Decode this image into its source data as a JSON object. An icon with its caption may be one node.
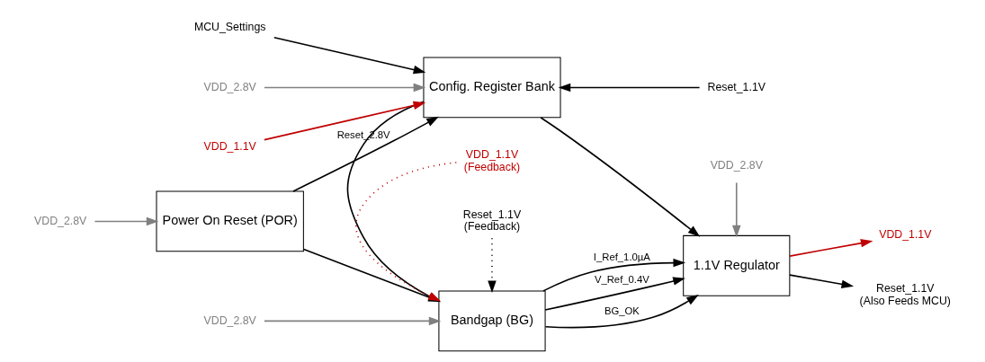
{
  "diagram": {
    "nodes": [
      {
        "text": [
          "Power On Reset (POR)"
        ]
      },
      {
        "text": [
          "Bandgap (BG)"
        ]
      },
      {
        "text": [
          "1.1V Regulator"
        ]
      },
      {
        "text": [
          "Config. Register Bank"
        ]
      },
      {
        "text": [
          "VDD_2.8V"
        ]
      },
      {
        "text": [
          "VDD_1.1V",
          "(Feedback)"
        ]
      },
      {
        "text": [
          "Reset_1.1V",
          "(Feedback)"
        ]
      },
      {
        "text": [
          "VDD_2.8V"
        ]
      },
      {
        "text": [
          "VDD_2.8V"
        ]
      },
      {
        "text": [
          "VDD_1.1V"
        ]
      },
      {
        "text": [
          "Reset_1.1V",
          "(Also Feeds MCU)"
        ]
      },
      {
        "text": [
          "VDD_2.8V"
        ]
      },
      {
        "text": [
          "VDD_1.1V"
        ]
      },
      {
        "text": [
          "MCU_Settings"
        ]
      },
      {
        "text": [
          "Reset_1.1V"
        ]
      }
    ],
    "edges": [
      {
        "from": 4,
        "to": 0,
        "arrow": "to",
        "color": "#808080"
      },
      {
        "from": 0,
        "to": 1,
        "arrow": "to"
      },
      {
        "from": 0,
        "to": 3,
        "label": "Reset_2.8V",
        "arrow": "to"
      },
      {
        "from": 5,
        "to": 1,
        "arrow": "to",
        "style": "dashed",
        "color": "#c00000"
      },
      {
        "from": 6,
        "to": 1,
        "arrow": "to",
        "style": "dashed"
      },
      {
        "from": 7,
        "to": 1,
        "arrow": "to",
        "color": "#808080"
      },
      {
        "from": 1,
        "to": 2,
        "label": "I_Ref_1.0µA",
        "arrow": "to"
      },
      {
        "from": 1,
        "to": 2,
        "label": "V_Ref_0.4V",
        "arrow": "to"
      },
      {
        "from": 1,
        "to": 2,
        "label": "BG_OK",
        "arrow": "to"
      },
      {
        "from": 8,
        "to": 2,
        "arrow": "to",
        "color": "#808080"
      },
      {
        "from": 2,
        "to": 9,
        "arrow": "to",
        "color": "#c00000"
      },
      {
        "from": 2,
        "to": 10,
        "arrow": "to"
      },
      {
        "from": 3,
        "to": 1,
        "arrow": "to"
      },
      {
        "from": 3,
        "to": 2,
        "arrow": "to"
      },
      {
        "from": 11,
        "to": 3,
        "arrow": "to",
        "color": "#808080"
      },
      {
        "from": 12,
        "to": 3,
        "arrow": "to",
        "color": "#c00000"
      },
      {
        "from": 13,
        "to": 3,
        "arrow": "to"
      },
      {
        "from": 14,
        "to": 3,
        "arrow": "to"
      }
    ]
  }
}
